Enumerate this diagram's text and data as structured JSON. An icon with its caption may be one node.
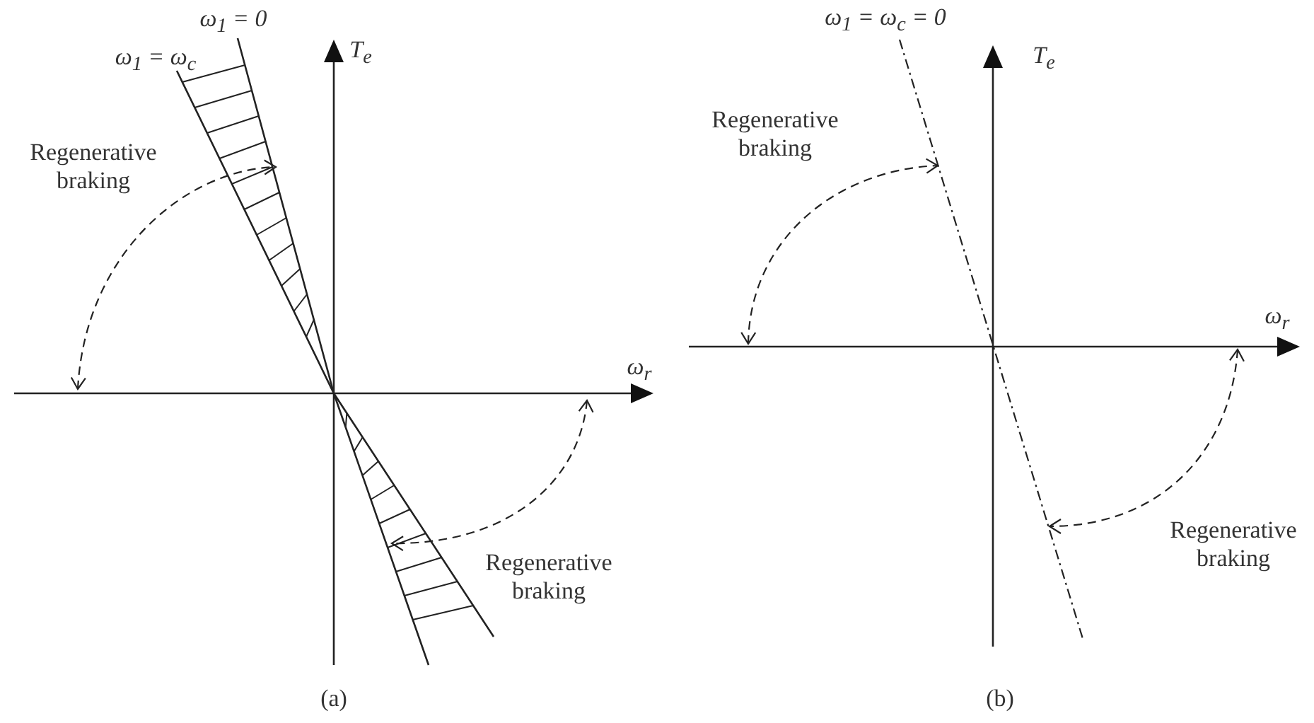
{
  "diagram": {
    "labels": [
      "ω$_{1}$ = 0",
      "ω$_{1}$ = ω$_{c}$",
      "T$_{e}$",
      "Regenerative braking",
      "ω$_{r}$",
      "Regenerative braking",
      "(a)",
      "ω$_{1}$ = ω$_{c}$ = 0",
      "T$_{e}$",
      "Regenerative braking",
      "ω$_{r}$",
      "Regenerative braking",
      "(b)"
    ]
  }
}
